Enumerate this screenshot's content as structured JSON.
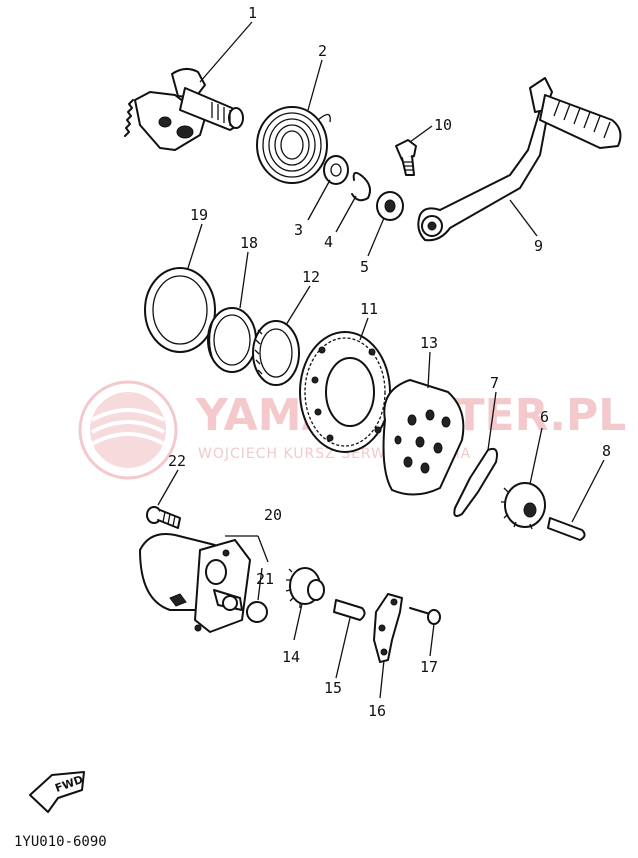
{
  "watermark": {
    "text": "YAMA-SKUTER.PL",
    "subtext": "WOJCIECH KURSZ SERWIS YAMAHA",
    "color": "#f3c9cc"
  },
  "diagram_code": "1YU010-6090",
  "fwd_label": "FWD",
  "callouts": [
    {
      "id": "callout-1",
      "label": "1"
    },
    {
      "id": "callout-2",
      "label": "2"
    },
    {
      "id": "callout-3",
      "label": "3"
    },
    {
      "id": "callout-4",
      "label": "4"
    },
    {
      "id": "callout-5",
      "label": "5"
    },
    {
      "id": "callout-6",
      "label": "6"
    },
    {
      "id": "callout-7",
      "label": "7"
    },
    {
      "id": "callout-8",
      "label": "8"
    },
    {
      "id": "callout-9",
      "label": "9"
    },
    {
      "id": "callout-10",
      "label": "10"
    },
    {
      "id": "callout-11",
      "label": "11"
    },
    {
      "id": "callout-12",
      "label": "12"
    },
    {
      "id": "callout-13",
      "label": "13"
    },
    {
      "id": "callout-14",
      "label": "14"
    },
    {
      "id": "callout-15",
      "label": "15"
    },
    {
      "id": "callout-16",
      "label": "16"
    },
    {
      "id": "callout-17",
      "label": "17"
    },
    {
      "id": "callout-18",
      "label": "18"
    },
    {
      "id": "callout-19",
      "label": "19"
    },
    {
      "id": "callout-20",
      "label": "20"
    },
    {
      "id": "callout-21",
      "label": "21"
    },
    {
      "id": "callout-22",
      "label": "22"
    }
  ]
}
